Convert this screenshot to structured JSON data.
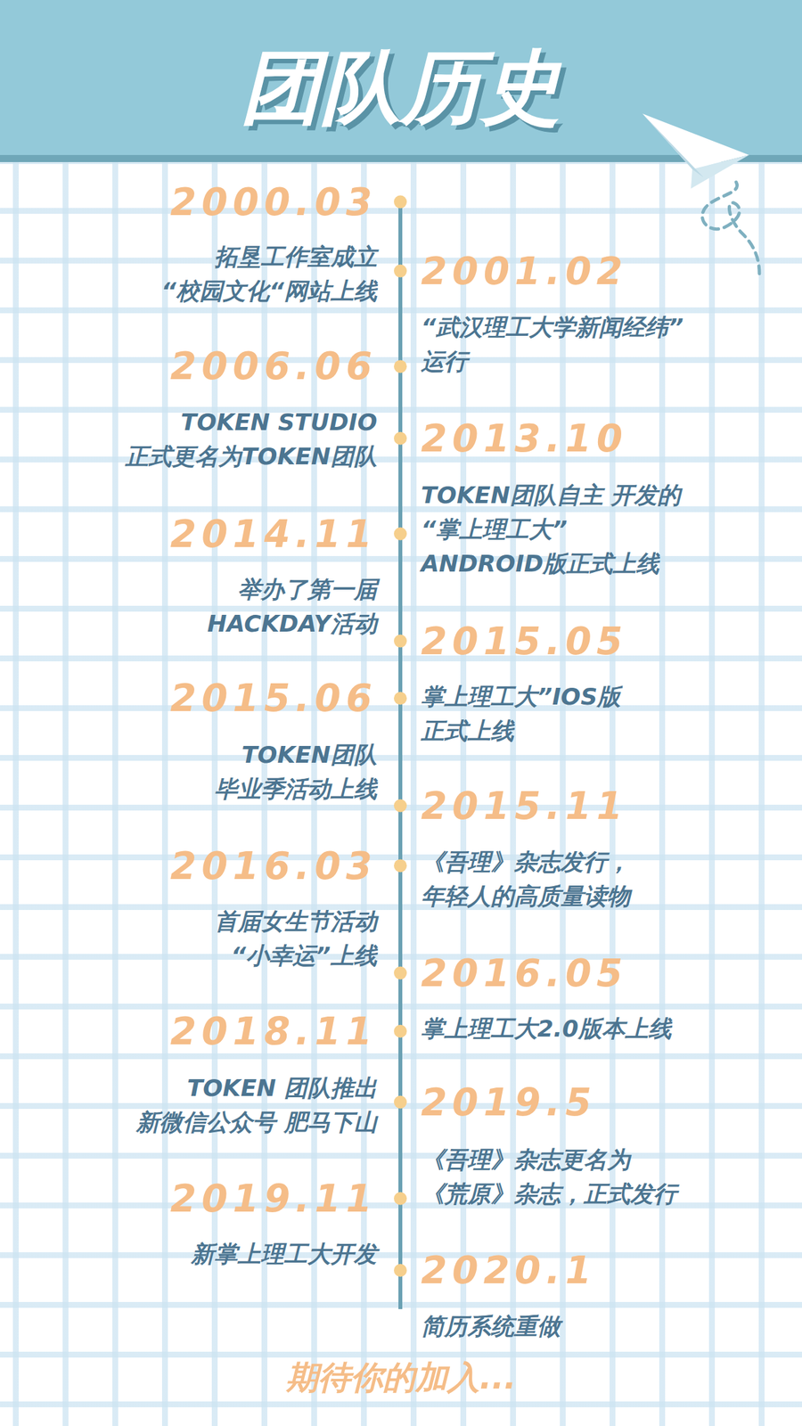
{
  "diagram": {
    "title": "团队历史",
    "labels": [
      "2000.03",
      "拓垦工作室成立 “校园文化“网站上线",
      "2001.02",
      "“武汉理工大学新闻经纬” 运行",
      "2006.06",
      "TOKEN STUDIO 正式更名为TOKEN团队",
      "2013.10",
      "TOKEN团队自主 开发的“掌上理工大” ANDROID版正式上线",
      "2014.11",
      "举办了第一届 HACKDAY活动",
      "2015.05",
      "掌上理工大”IOS版 正式上线",
      "2015.06",
      "TOKEN团队 毕业季活动上线",
      "2015.11",
      "《吾理》杂志发行， 年轻人的高质量读物",
      "2016.03",
      "首届女生节活动 “小幸运”上线",
      "2016.05",
      "掌上理工大2.0版本上线",
      "2018.11",
      "TOKEN 团队推出 新微信公众号 肥马下山",
      "2019.5",
      "《吾理》杂志更名为 《荒原》杂志，正式发行",
      "2019.11",
      "新掌上理工大开发",
      "2020.1",
      "简历系统重做",
      "期待你的加入..."
    ]
  }
}
